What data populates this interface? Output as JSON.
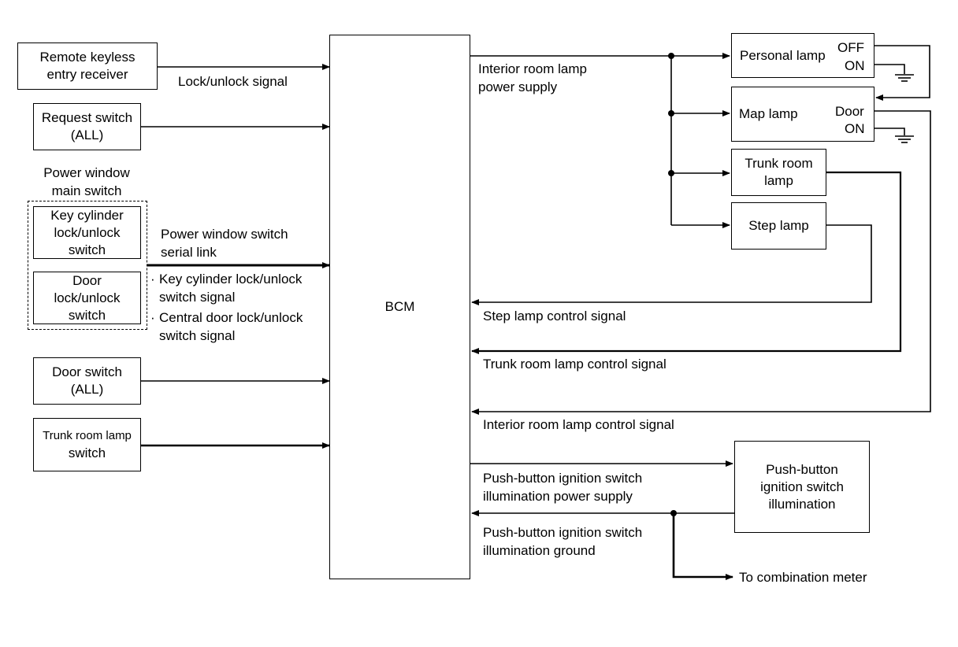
{
  "bcm": {
    "label": "BCM"
  },
  "inputs": {
    "remote_keyless": "Remote keyless\nentry receiver",
    "request_switch": "Request switch\n(ALL)",
    "pw_group_title": "Power window\nmain switch",
    "key_cylinder": "Key cylinder\nlock/unlock\nswitch",
    "door_lock": "Door\nlock/unlock\nswitch",
    "door_switch": "Door switch\n(ALL)",
    "trunk_room_lamp_switch": "Trunk room lamp",
    "trunk_room_lamp_switch_2": "switch"
  },
  "input_signals": {
    "lock_unlock": "Lock/unlock signal",
    "pw_serial": "Power window switch\nserial link",
    "key_cyl_signal": "Key cylinder lock/unlock\nswitch signal",
    "central_door_signal": "Central door lock/unlock\nswitch signal",
    "bullet": "·"
  },
  "outputs": {
    "interior_power": "Interior room lamp\npower supply",
    "personal_lamp": "Personal lamp",
    "personal_off": "OFF",
    "personal_on": "ON",
    "map_lamp": "Map lamp",
    "map_door": "Door",
    "map_on": "ON",
    "trunk_lamp": "Trunk room\nlamp",
    "step_lamp": "Step lamp",
    "step_signal": "Step lamp control signal",
    "trunk_signal": "Trunk room lamp control signal",
    "interior_signal": "Interior room lamp control signal",
    "push_power": "Push-button ignition switch\nillumination power supply",
    "push_box": "Push-button\nignition switch\nillumination",
    "push_ground": "Push-button ignition switch\nillumination ground",
    "combination_meter": "To combination meter"
  }
}
